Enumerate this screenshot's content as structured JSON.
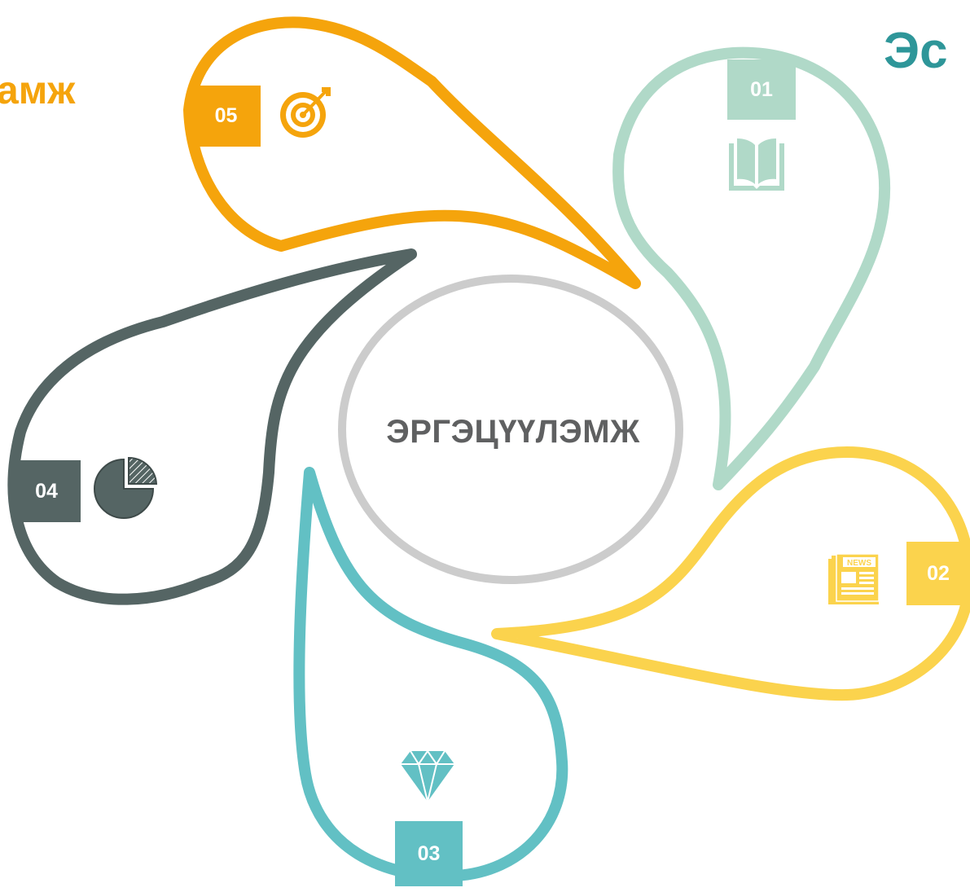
{
  "center": {
    "label": "ЭРГЭЦҮҮЛЭМЖ"
  },
  "corner_text": {
    "left": "амж",
    "right": "Эс"
  },
  "petals": [
    {
      "id": "01",
      "label": "01",
      "color": "#b0d9c8",
      "icon": "book-icon"
    },
    {
      "id": "02",
      "label": "02",
      "color": "#fbd34d",
      "icon": "newspaper-icon"
    },
    {
      "id": "03",
      "label": "03",
      "color": "#62c0c4",
      "icon": "diamond-icon"
    },
    {
      "id": "04",
      "label": "04",
      "color": "#556564",
      "icon": "pie-chart-icon"
    },
    {
      "id": "05",
      "label": "05",
      "color": "#f5a40c",
      "icon": "target-icon"
    }
  ],
  "colors": {
    "center_ring": "#cccccc",
    "center_text": "#5f6061",
    "left_heading": "#f5a40c",
    "right_heading": "#2e9699"
  }
}
